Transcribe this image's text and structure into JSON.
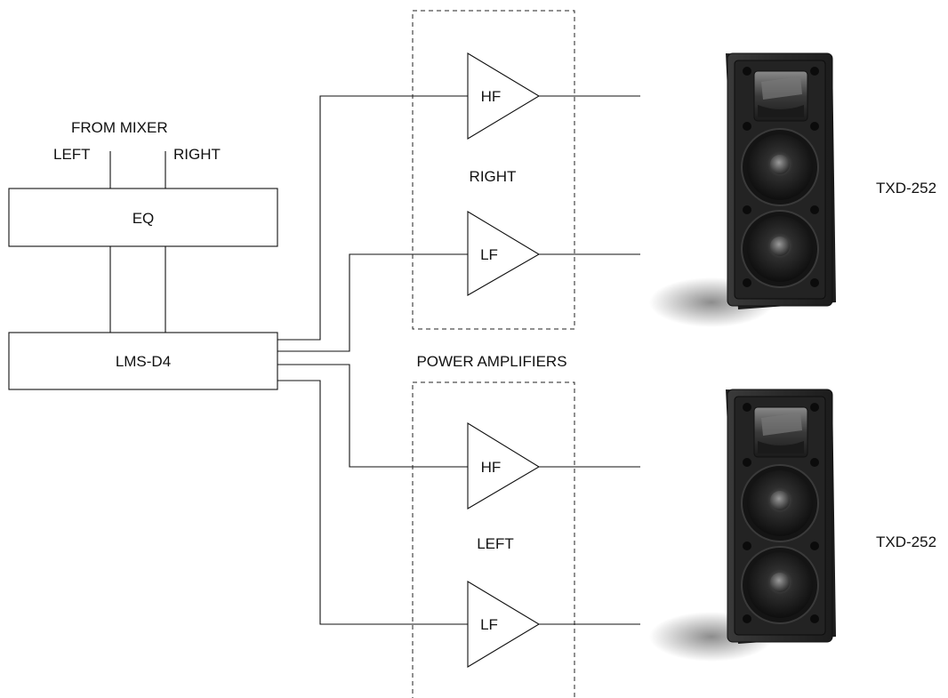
{
  "input": {
    "title": "FROM MIXER",
    "left_label": "LEFT",
    "right_label": "RIGHT"
  },
  "eq": {
    "label": "EQ"
  },
  "processor": {
    "label": "LMS-D4"
  },
  "amplifiers": {
    "group_label": "POWER AMPLIFIERS",
    "right_rack": {
      "label": "RIGHT",
      "hf_label": "HF",
      "lf_label": "LF"
    },
    "left_rack": {
      "label": "LEFT",
      "hf_label": "HF",
      "lf_label": "LF"
    }
  },
  "speakers": [
    {
      "model": "TXD-252"
    },
    {
      "model": "TXD-252"
    }
  ],
  "colors": {
    "line": "#111111",
    "cabinet": "#2b2b2b",
    "driver": "#1a1a1a"
  }
}
